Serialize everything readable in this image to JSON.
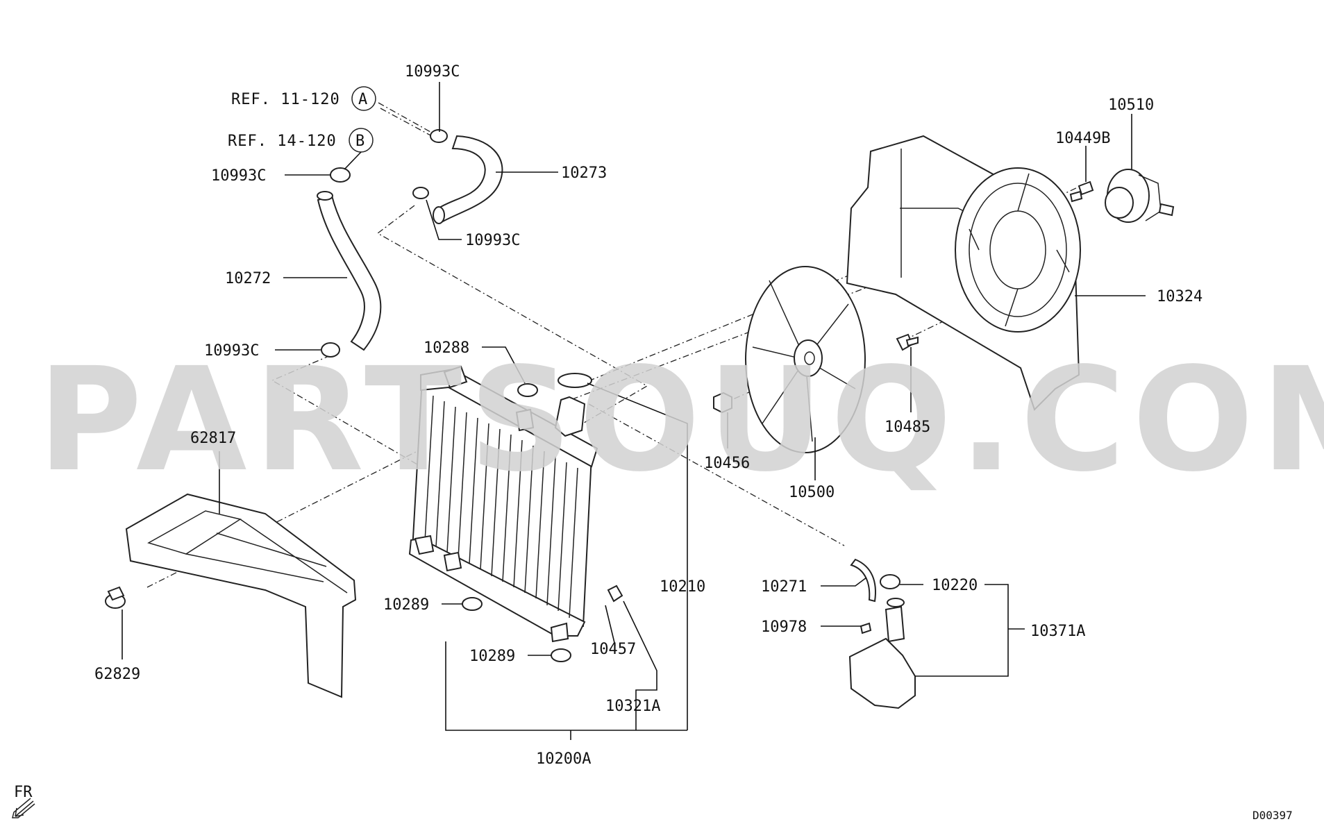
{
  "watermark": "PARTSOUQ.COM",
  "refs": [
    {
      "text": "REF. 11-120",
      "circle": "A"
    },
    {
      "text": "REF. 14-120",
      "circle": "B"
    }
  ],
  "labels": {
    "p10993c_top": "10993C",
    "p10993c_b": "10993C",
    "p10993c_mid": "10993C",
    "p10993c_low": "10993C",
    "p10273": "10273",
    "p10272": "10272",
    "p10288": "10288",
    "p62817": "62817",
    "p62829": "62829",
    "p10289_a": "10289",
    "p10289_b": "10289",
    "p10457": "10457",
    "p10321a": "10321A",
    "p10210": "10210",
    "p10200a": "10200A",
    "p10510": "10510",
    "p10449b": "10449B",
    "p10324": "10324",
    "p10485": "10485",
    "p10456": "10456",
    "p10500": "10500",
    "p10271": "10271",
    "p10220": "10220",
    "p10978": "10978",
    "p10371a": "10371A"
  },
  "direction": "FR",
  "drawing_code": "D00397"
}
